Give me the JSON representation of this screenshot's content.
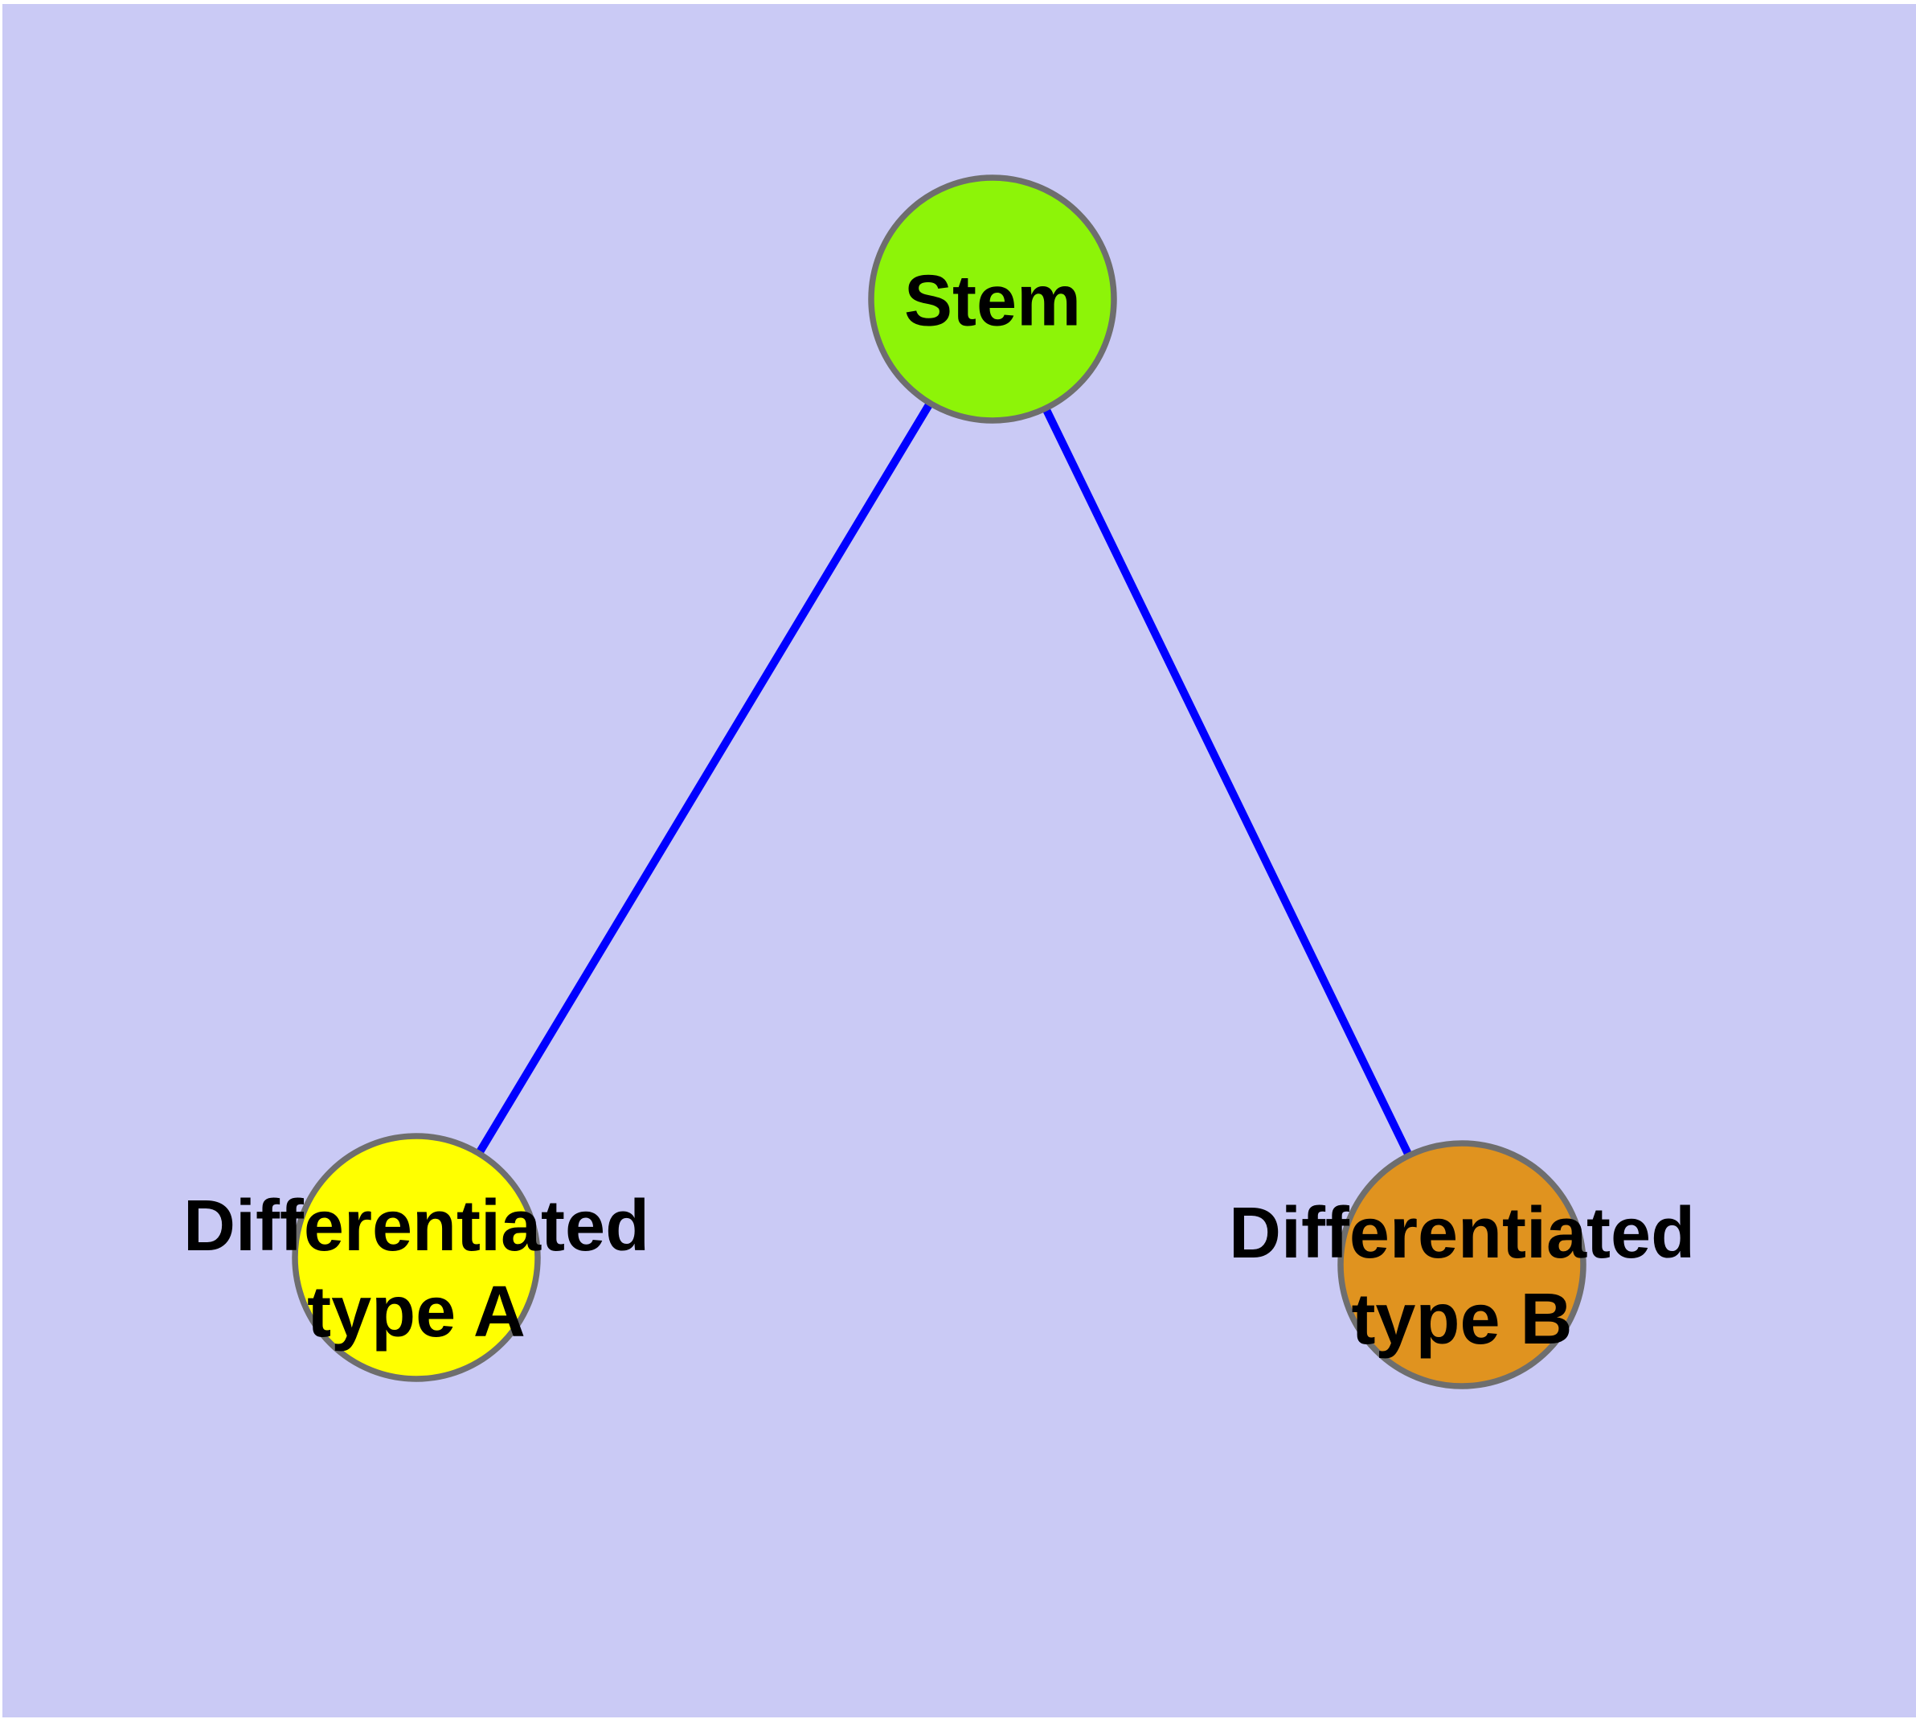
{
  "diagram": {
    "type": "graph",
    "description_visible_text_only": "",
    "colors": {
      "background": "#CACAF5",
      "frame": "#FFFFFF",
      "edge": "#0000FF",
      "node_border": "#6E6E6E",
      "label_text": "#000000"
    },
    "nodes": {
      "stem": {
        "label": "Stem",
        "color": "#8DF408"
      },
      "type_a": {
        "label": "Differentiated\ntype A",
        "color": "#FFFF00"
      },
      "type_b": {
        "label": "Differentiated\ntype B",
        "color": "#E0931F"
      }
    },
    "edges": [
      {
        "from": "Stem",
        "to": "Differentiated type A",
        "color": "#0000FF"
      },
      {
        "from": "Stem",
        "to": "Differentiated type B",
        "color": "#0000FF"
      }
    ]
  }
}
